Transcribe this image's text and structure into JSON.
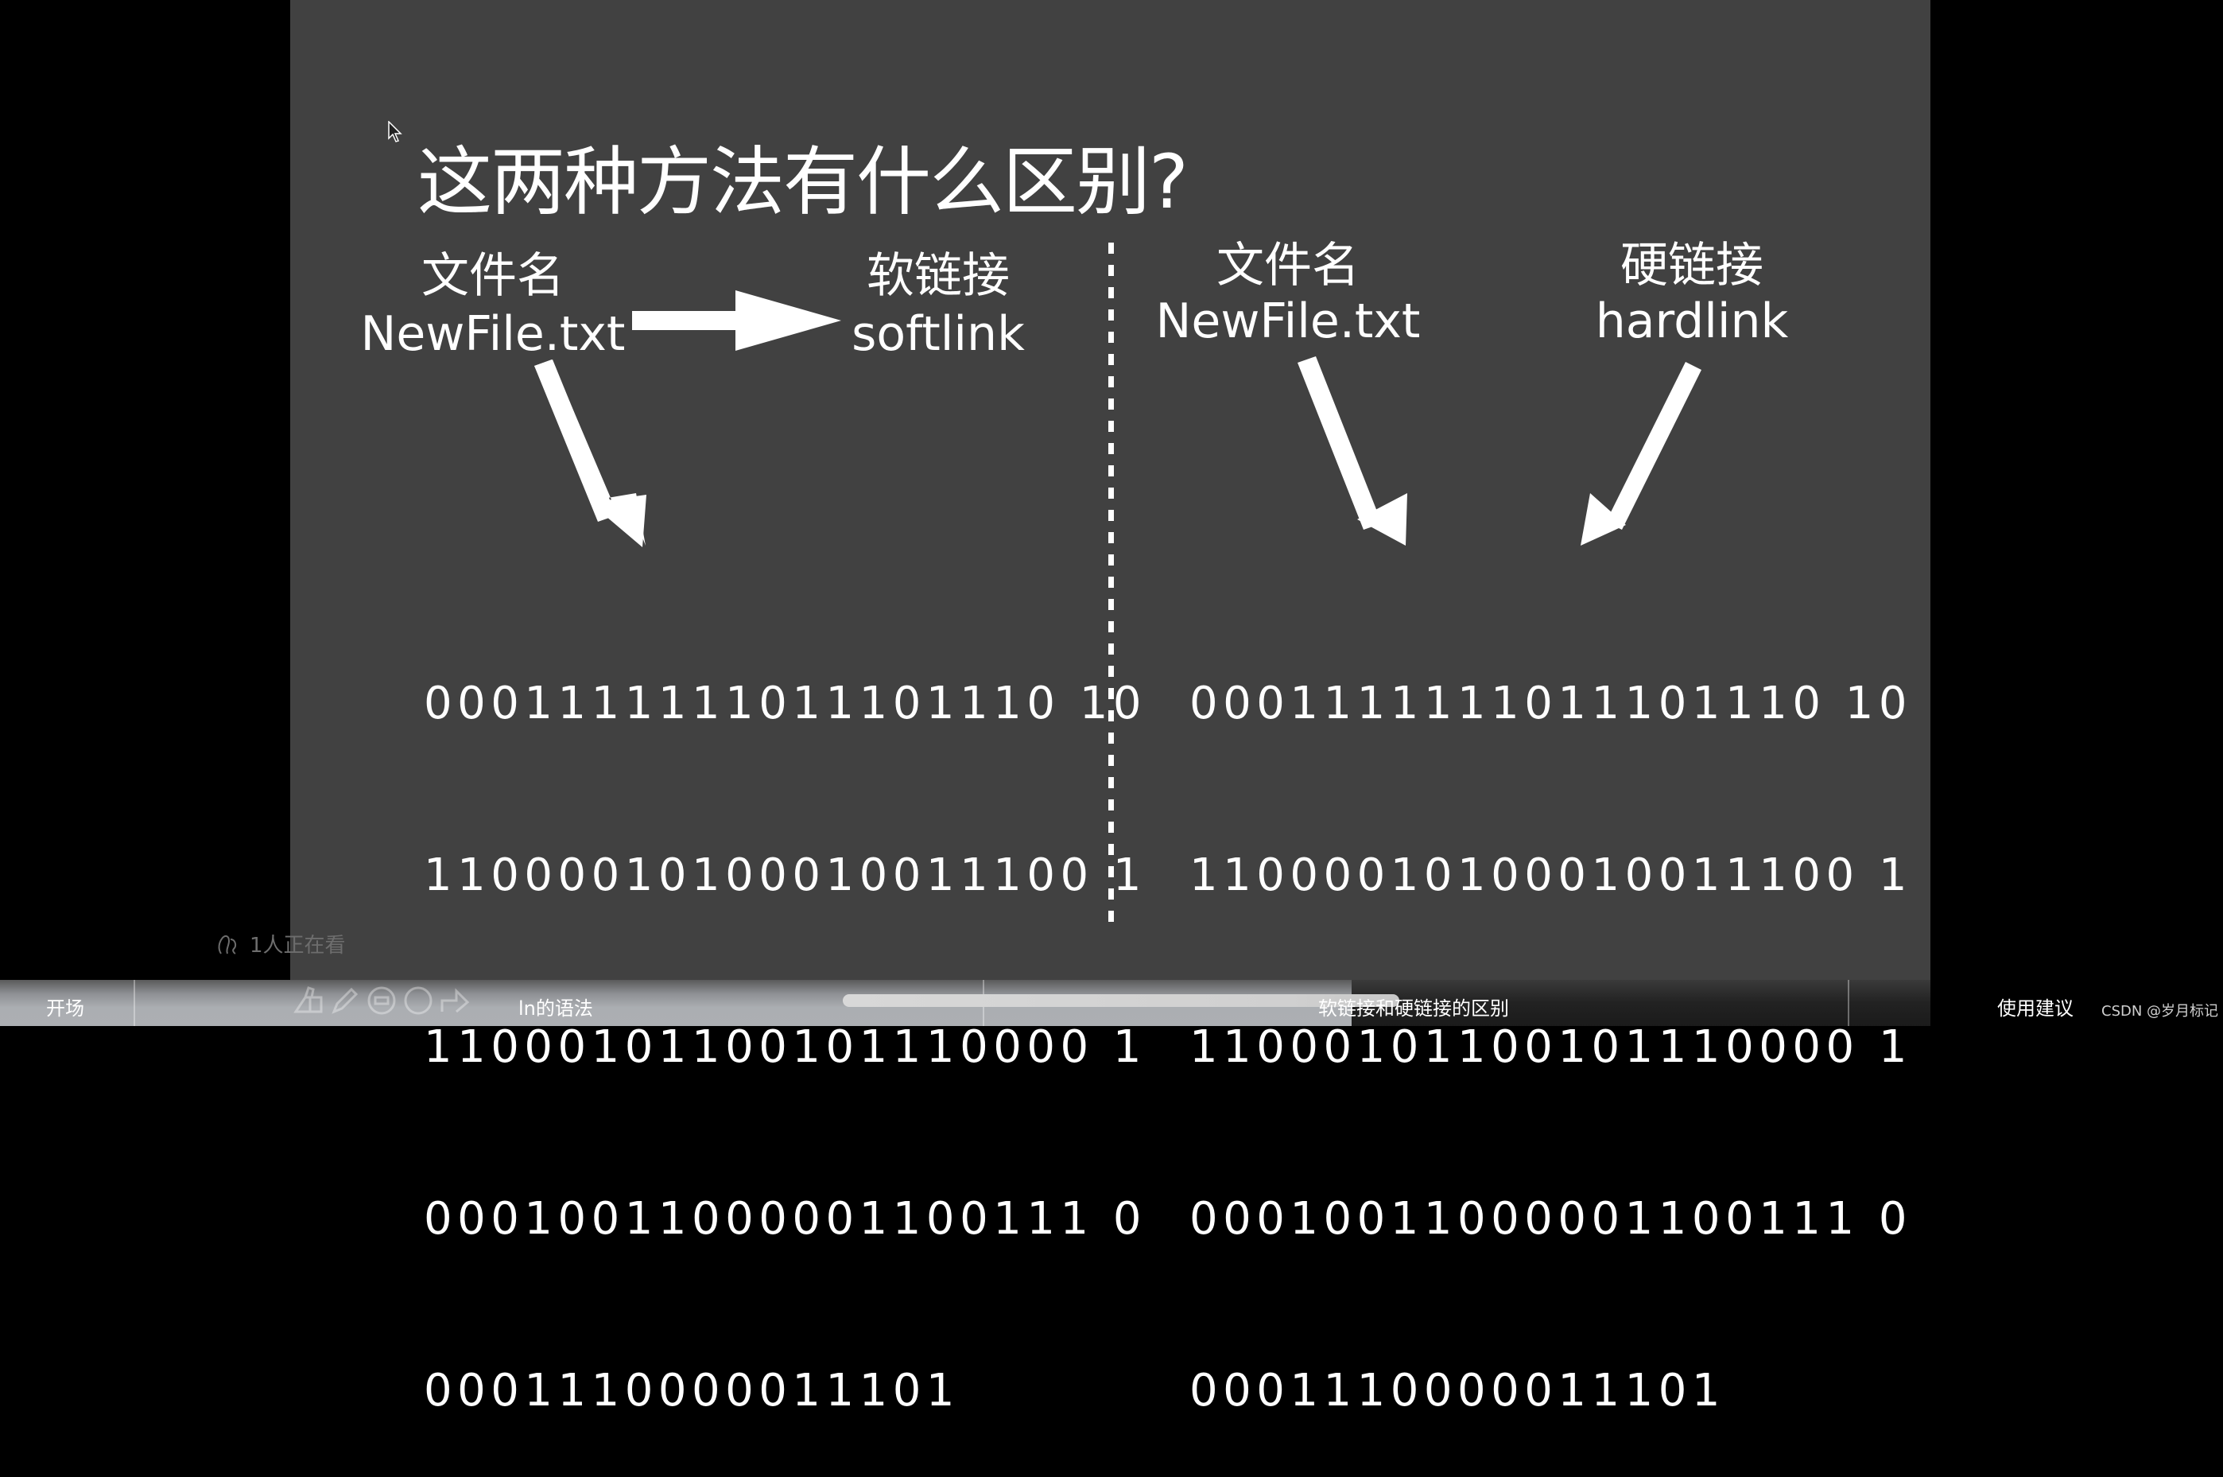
{
  "slide": {
    "title": "这两种方法有什么区别?",
    "background_color": "#414141",
    "left_panel": {
      "source_label_cn": "文件名",
      "source_label_en": "NewFile.txt",
      "link_label_cn": "软链接",
      "link_label_en": "softlink",
      "binary_rows": [
        "0001111111011101110 10",
        "11000010100010011100 1",
        "11000101100101110000 1",
        "00010011000001100111 0",
        "0001110000011101"
      ]
    },
    "right_panel": {
      "source_label_cn": "文件名",
      "source_label_en": "NewFile.txt",
      "link_label_cn": "硬链接",
      "link_label_en": "hardlink",
      "binary_rows": [
        "0001111111011101110 10",
        "11000010100010011100 1",
        "11000101100101110000 1",
        "00010011000001100111 0",
        "0001110000011101"
      ]
    }
  },
  "overlay": {
    "viewers_text": "1人正在看",
    "viewers_icon": "people-icon"
  },
  "bottom_bar": {
    "chapters": [
      {
        "label": "开场"
      },
      {
        "label": "ln的语法"
      },
      {
        "label": "软链接和硬链接的区别"
      },
      {
        "label": "使用建议"
      }
    ],
    "tool_icons": [
      "thumbs-up-icon",
      "pen-icon",
      "coin-icon",
      "favorite-icon",
      "share-icon"
    ],
    "watermark": "CSDN @岁月标记"
  }
}
